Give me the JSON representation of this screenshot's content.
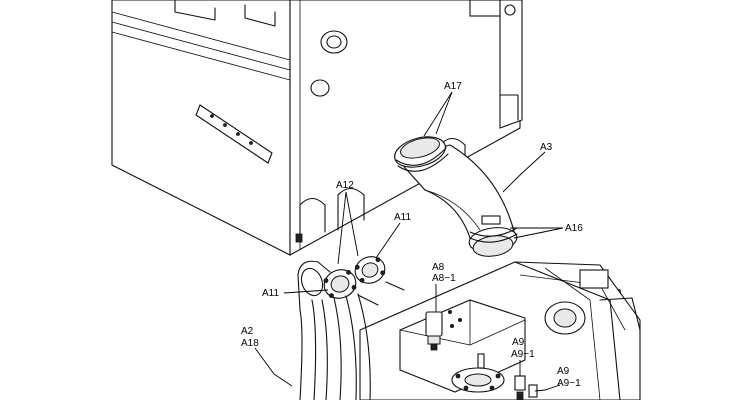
{
  "labels": {
    "a17": "A17",
    "a3": "A3",
    "a12": "A12",
    "a11_top": "A11",
    "a16": "A16",
    "a8": "A8",
    "a8_1": "A8−1",
    "a11_left": "A11",
    "a2": "A2",
    "a18": "A18",
    "a9_left": "A9",
    "a9_1_left": "A9−1",
    "a9_right": "A9",
    "a9_1_right": "A9−1"
  },
  "colors": {
    "line": "#111111",
    "background": "#ffffff"
  }
}
